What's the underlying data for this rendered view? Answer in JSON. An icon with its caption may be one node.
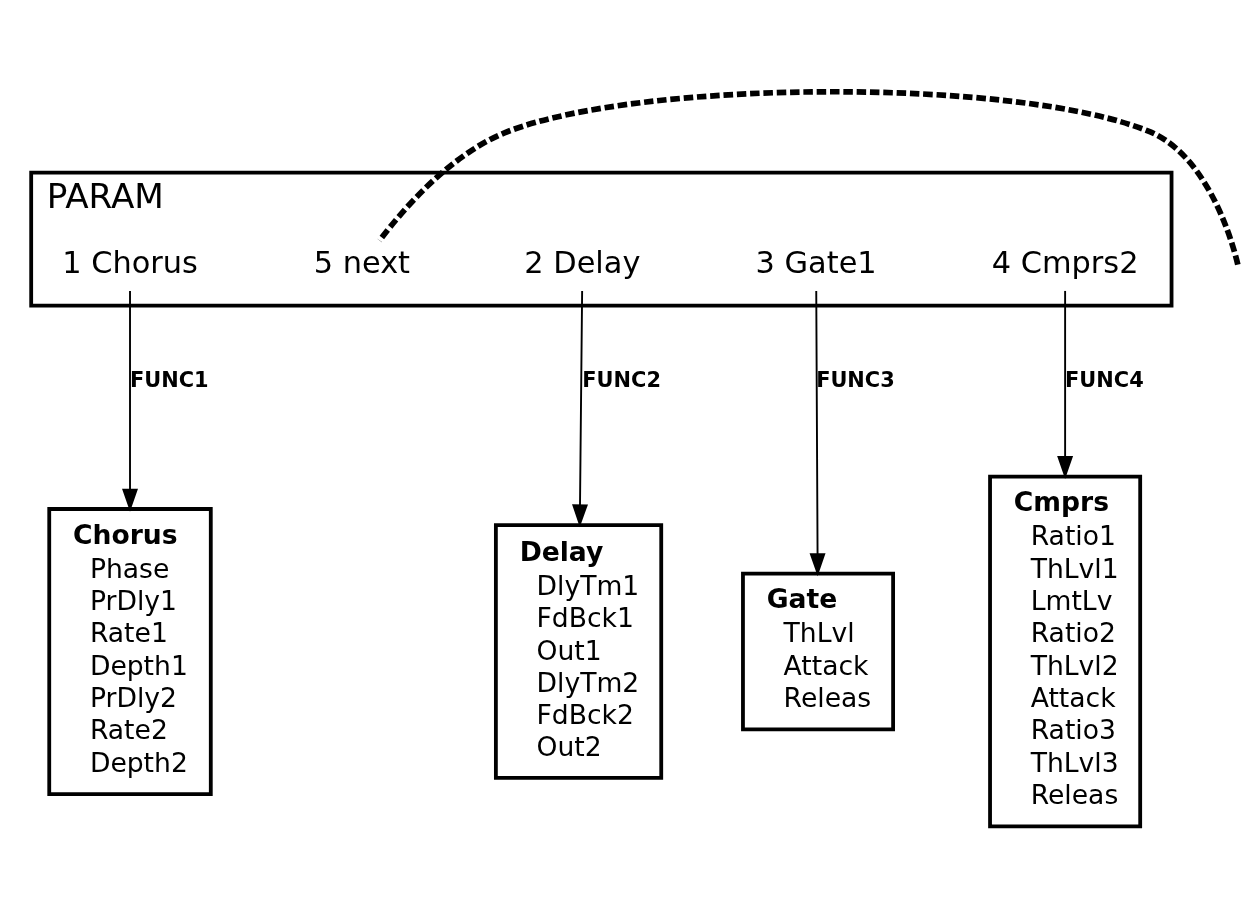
{
  "diagram": {
    "nodes": [
      {
        "text": [
          "PARAM"
        ]
      },
      {
        "text": [
          "1 Chorus"
        ],
        "in": 0
      },
      {
        "text": [
          "2 Delay"
        ],
        "in": 0
      },
      {
        "text": [
          "3 Gate1"
        ],
        "in": 0
      },
      {
        "text": [
          "4 Cmprs2"
        ],
        "in": 0
      },
      {
        "text": [
          "5 next"
        ],
        "in": 0
      },
      {
        "text": [
          "Chorus",
          "Phase",
          "PrDly1",
          "Rate1",
          "Depth1",
          "PrDly2",
          "Rate2",
          "Depth2"
        ]
      },
      {
        "text": [
          "Delay",
          "DlyTm1",
          "FdBck1",
          "Out1",
          "DlyTm2",
          "FdBck2",
          "Out2"
        ]
      },
      {
        "text": [
          "Gate",
          "ThLvl",
          "Attack",
          "Releas"
        ]
      },
      {
        "text": [
          "Cmprs",
          "Ratio1",
          "ThLvl1",
          "LmtLv",
          "Ratio2",
          "ThLvl2",
          "Attack",
          "Ratio3",
          "ThLvl3",
          "Releas"
        ]
      }
    ],
    "edges": [
      {
        "from": 1,
        "to": 6,
        "arrow": "to",
        "label": "FUNC1"
      },
      {
        "from": 2,
        "to": 7,
        "arrow": "to",
        "label": "FUNC2"
      },
      {
        "from": 3,
        "to": 8,
        "arrow": "to",
        "label": "FUNC3"
      },
      {
        "from": 4,
        "to": 9,
        "arrow": "to",
        "label": "FUNC4"
      },
      {
        "from": null,
        "to": 5,
        "arrow": "none",
        "style": "dashed"
      }
    ]
  }
}
